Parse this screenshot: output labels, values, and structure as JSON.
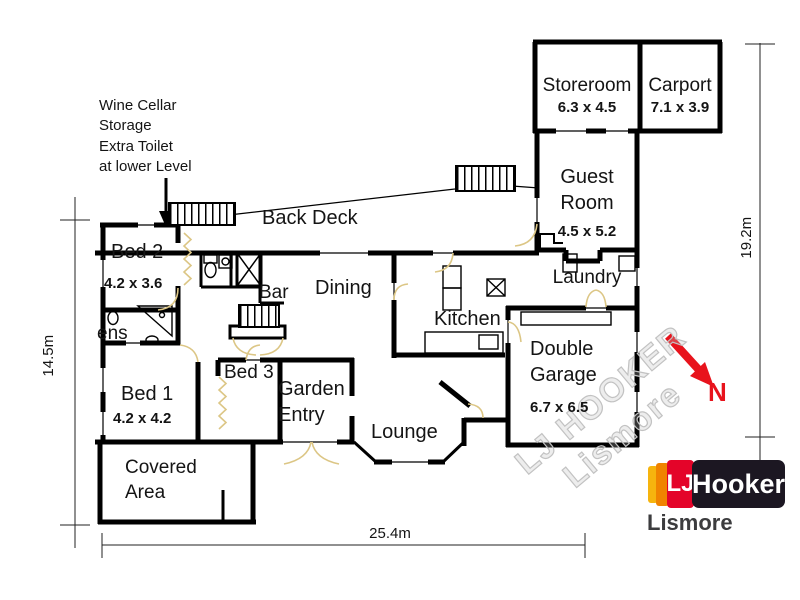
{
  "annotation": {
    "text": "Wine Cellar\nStorage\nExtra Toilet\nat lower Level"
  },
  "rooms": {
    "storeroom": {
      "label": "Storeroom",
      "dims": "6.3 x 4.5"
    },
    "carport": {
      "label": "Carport",
      "dims": "7.1 x 3.9"
    },
    "guest_room": {
      "label": "Guest\nRoom",
      "dims": "4.5 x 5.2"
    },
    "laundry": {
      "label": "Laundry"
    },
    "double_garage": {
      "label": "Double\nGarage",
      "dims": "6.7 x 6.5"
    },
    "back_deck": {
      "label": "Back Deck"
    },
    "bed2": {
      "label": "Bed 2",
      "dims": "4.2 x 3.6"
    },
    "bar": {
      "label": "Bar"
    },
    "dining": {
      "label": "Dining"
    },
    "kitchen": {
      "label": "Kitchen"
    },
    "ensuite": {
      "label": "ens"
    },
    "bed1": {
      "label": "Bed 1",
      "dims": "4.2 x 4.2"
    },
    "bed3": {
      "label": "Bed 3"
    },
    "garden_entry": {
      "label": "Garden\nEntry"
    },
    "lounge": {
      "label": "Lounge"
    },
    "covered_area": {
      "label": "Covered\nArea"
    }
  },
  "dimensions": {
    "left": "14.5m",
    "right": "19.2m",
    "bottom": "25.4m"
  },
  "compass": {
    "label": "N"
  },
  "watermark": {
    "line1": "LJ HOOKER",
    "line2": "Lismore"
  },
  "logo": {
    "prefix": "LJ",
    "name": "Hooker",
    "office": "Lismore"
  },
  "colors": {
    "wall": "#000000",
    "door_arc": "#dcc685",
    "north_arrow": "#e8131c",
    "logo_red": "#e40429",
    "logo_black": "#1c1722",
    "logo_yellow": "#f6b40e",
    "logo_orange": "#f08300"
  }
}
